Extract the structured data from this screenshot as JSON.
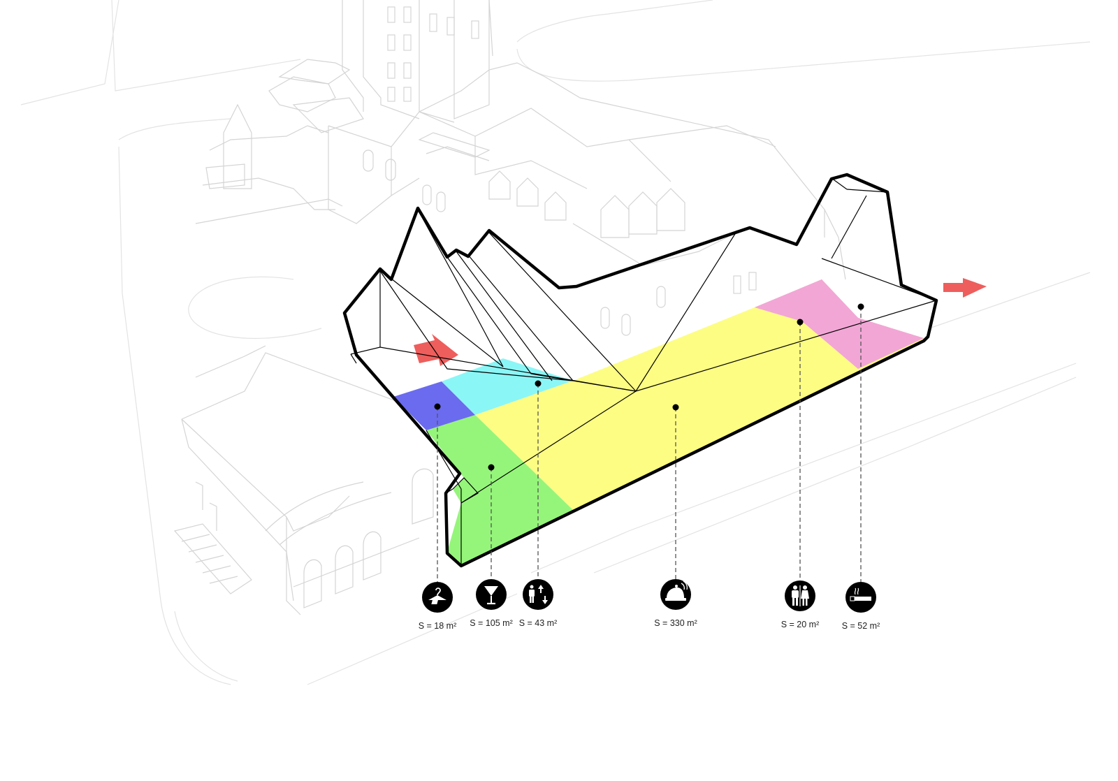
{
  "colors": {
    "cloak": "#6b6bef",
    "bar": "#95f57a",
    "stairs": "#8bf6f6",
    "hall": "#fdfd84",
    "toilets": "#f2a6d6",
    "smoking": "#f2a6d6",
    "arrow": "#ec4d4a",
    "outline": "#000000"
  },
  "zones": [
    {
      "id": "cloakroom",
      "icon": "hanger-icon",
      "area": "S = 18 m²"
    },
    {
      "id": "bar",
      "icon": "cocktail-glass-icon",
      "area": "S = 105 m²"
    },
    {
      "id": "stairs",
      "icon": "stairs-up-down-icon",
      "area": "S = 43 m²"
    },
    {
      "id": "hall",
      "icon": "service-bell-icon",
      "area": "S = 330 m²"
    },
    {
      "id": "toilets",
      "icon": "toilet-icon",
      "area": "S = 20 m²"
    },
    {
      "id": "smoking",
      "icon": "cigarette-icon",
      "area": "S = 52 m²"
    }
  ],
  "arrows": [
    {
      "id": "entrance-arrow",
      "icon": "arrow-entrance-icon"
    },
    {
      "id": "exit-arrow",
      "icon": "arrow-exit-icon"
    }
  ]
}
